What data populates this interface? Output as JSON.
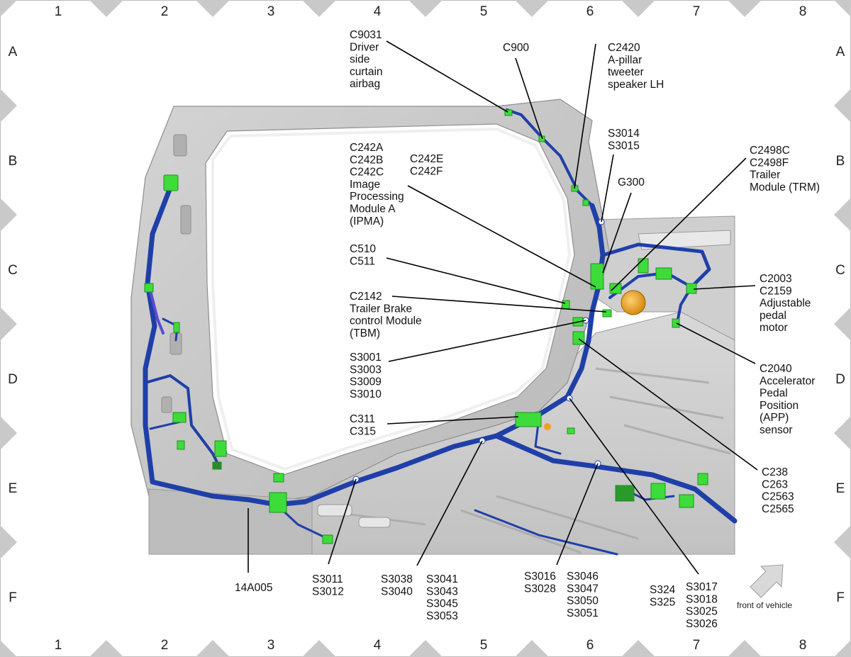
{
  "grid": {
    "columns": [
      "1",
      "2",
      "3",
      "4",
      "5",
      "6",
      "7",
      "8"
    ],
    "rows": [
      "A",
      "B",
      "C",
      "D",
      "E",
      "F"
    ]
  },
  "labels": [
    {
      "id": "c9031",
      "lines": [
        "C9031",
        "Driver",
        "side",
        "curtain",
        "airbag"
      ]
    },
    {
      "id": "c900",
      "lines": [
        "C900"
      ]
    },
    {
      "id": "c2420",
      "lines": [
        "C2420",
        "A-pillar",
        "tweeter",
        "speaker LH"
      ]
    },
    {
      "id": "s3014",
      "lines": [
        "S3014",
        "S3015"
      ]
    },
    {
      "id": "g300",
      "lines": [
        "G300"
      ]
    },
    {
      "id": "c2498",
      "lines": [
        "C2498C",
        "C2498F",
        "Trailer",
        "Module (TRM)"
      ]
    },
    {
      "id": "c242abc",
      "lines": [
        "C242A",
        "C242B",
        "C242C",
        "Image",
        "Processing",
        "Module A",
        "(IPMA)"
      ]
    },
    {
      "id": "c242ef",
      "lines": [
        "C242E",
        "C242F"
      ]
    },
    {
      "id": "c510",
      "lines": [
        "C510",
        "C511"
      ]
    },
    {
      "id": "c2142",
      "lines": [
        "C2142",
        "Trailer Brake",
        "control Module",
        "(TBM)"
      ]
    },
    {
      "id": "s3001",
      "lines": [
        "S3001",
        "S3003",
        "S3009",
        "S3010"
      ]
    },
    {
      "id": "c311",
      "lines": [
        "C311",
        "C315"
      ]
    },
    {
      "id": "c2003",
      "lines": [
        "C2003",
        "C2159",
        "Adjustable",
        "pedal",
        "motor"
      ]
    },
    {
      "id": "c2040",
      "lines": [
        "C2040",
        "Accelerator",
        "Pedal",
        "Position",
        "(APP)",
        "sensor"
      ]
    },
    {
      "id": "c238",
      "lines": [
        "C238",
        "C263",
        "C2563",
        "C2565"
      ]
    },
    {
      "id": "l14a005",
      "lines": [
        "14A005"
      ]
    },
    {
      "id": "s3011",
      "lines": [
        "S3011",
        "S3012"
      ]
    },
    {
      "id": "s3038",
      "lines": [
        "S3038",
        "S3040"
      ]
    },
    {
      "id": "s3041",
      "lines": [
        "S3041",
        "S3043",
        "S3045",
        "S3053"
      ]
    },
    {
      "id": "s3016",
      "lines": [
        "S3016",
        "S3028"
      ]
    },
    {
      "id": "s3046",
      "lines": [
        "S3046",
        "S3047",
        "S3050",
        "S3051"
      ]
    },
    {
      "id": "s324",
      "lines": [
        "S324",
        "S325"
      ]
    },
    {
      "id": "s3017",
      "lines": [
        "S3017",
        "S3018",
        "S3025",
        "S3026"
      ]
    }
  ],
  "front_of_vehicle": "front of vehicle",
  "colors": {
    "harness": "#1f3fa8",
    "connector": "#3ddc3a",
    "body": "#c8c8c8",
    "grid_marker": "#c9c9c9",
    "ground_point": "#f0a020"
  }
}
